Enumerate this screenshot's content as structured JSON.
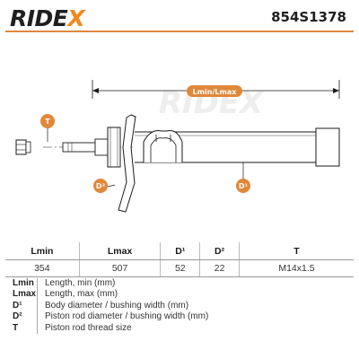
{
  "header": {
    "brand": "RIDEX",
    "part_number": "854S1378"
  },
  "diagram": {
    "dimension_label": "Lmin/Lmax",
    "badges": {
      "thread": "T",
      "rod": "D²",
      "body": "D¹"
    },
    "watermark": "RIDEX",
    "colors": {
      "badge": "#e0883a",
      "line": "#1a1a1a"
    }
  },
  "specs": {
    "headers": [
      "Lmin",
      "Lmax",
      "D¹",
      "D²",
      "T"
    ],
    "values": [
      "354",
      "507",
      "52",
      "22",
      "M14x1.5"
    ]
  },
  "legend": [
    {
      "key": "Lmin",
      "text": "Length, min (mm)"
    },
    {
      "key": "Lmax",
      "text": "Length, max (mm)"
    },
    {
      "key": "D¹",
      "text": "Body diameter / bushing width (mm)"
    },
    {
      "key": "D²",
      "text": "Piston rod diameter / bushing width (mm)"
    },
    {
      "key": "T",
      "text": "Piston rod thread size"
    }
  ]
}
